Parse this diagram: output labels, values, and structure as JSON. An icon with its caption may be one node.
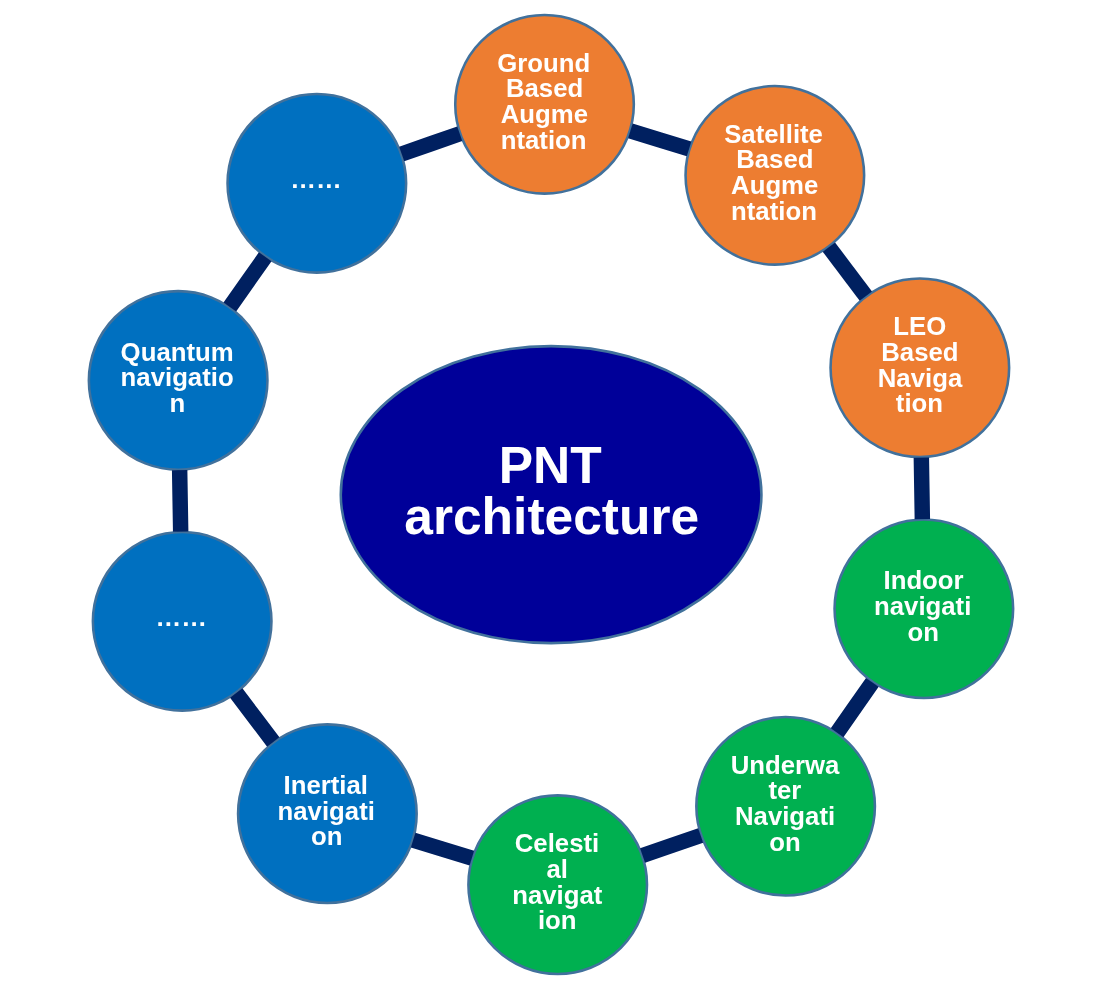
{
  "diagram": {
    "nodes": [
      {
        "text": [
          "PNT architecture"
        ]
      },
      {
        "text": [
          "LEO Based Naviga tion"
        ]
      },
      {
        "text": [
          "Satellite Based Augme ntation"
        ]
      },
      {
        "text": [
          "Ground Based Augme ntation"
        ]
      },
      {
        "text": [
          "……"
        ]
      },
      {
        "text": [
          "Quantum navigatio n"
        ]
      },
      {
        "text": [
          "……"
        ]
      },
      {
        "text": [
          "Inertial navigati on"
        ]
      },
      {
        "text": [
          "Celesti al navigat ion"
        ]
      },
      {
        "text": [
          "Underwa ter Navigati on"
        ]
      },
      {
        "text": [
          "Indoor navigati on"
        ]
      }
    ],
    "edges": [
      {
        "from": 1,
        "to": 2,
        "arrow": "none"
      },
      {
        "from": 2,
        "to": 3,
        "arrow": "none"
      },
      {
        "from": 3,
        "to": 4,
        "arrow": "none"
      },
      {
        "from": 4,
        "to": 5,
        "arrow": "none"
      },
      {
        "from": 5,
        "to": 6,
        "arrow": "none"
      },
      {
        "from": 6,
        "to": 7,
        "arrow": "none"
      },
      {
        "from": 7,
        "to": 8,
        "arrow": "none"
      },
      {
        "from": 8,
        "to": 9,
        "arrow": "none"
      },
      {
        "from": 9,
        "to": 10,
        "arrow": "none"
      },
      {
        "from": 10,
        "to": 1,
        "arrow": "none"
      }
    ]
  }
}
